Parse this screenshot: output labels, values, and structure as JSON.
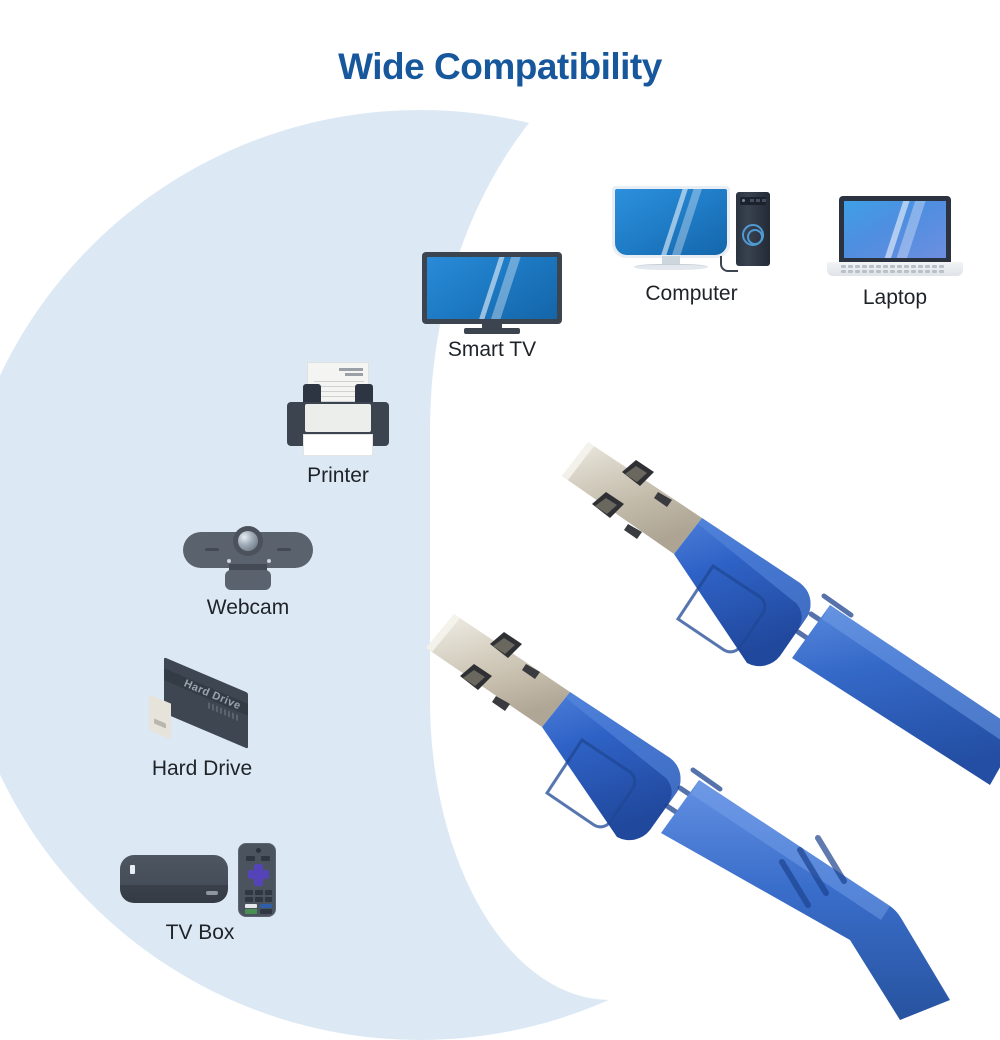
{
  "page": {
    "title": "Wide Compatibility",
    "background_color": "#ffffff",
    "circle_color": "#dce9f5",
    "title_color": "#17589c"
  },
  "devices": [
    {
      "id": "smart-tv",
      "label": "Smart TV",
      "icon": "television-icon"
    },
    {
      "id": "computer",
      "label": "Computer",
      "icon": "desktop-computer-icon"
    },
    {
      "id": "laptop",
      "label": "Laptop",
      "icon": "laptop-icon"
    },
    {
      "id": "printer",
      "label": "Printer",
      "icon": "printer-icon"
    },
    {
      "id": "webcam",
      "label": "Webcam",
      "icon": "webcam-icon"
    },
    {
      "id": "hard-drive",
      "label": "Hard Drive",
      "icon": "external-hard-drive-icon"
    },
    {
      "id": "tv-box",
      "label": "TV Box",
      "icon": "tv-box-icon"
    }
  ],
  "hard_drive": {
    "case_text": "Hard Drive"
  },
  "product": {
    "name": "usb-3-0-extension-cable",
    "connector_type": "USB Type-A male",
    "connector_count": 2,
    "cable_color": "#2f62c6",
    "contact_color": "#c9c3b4"
  }
}
